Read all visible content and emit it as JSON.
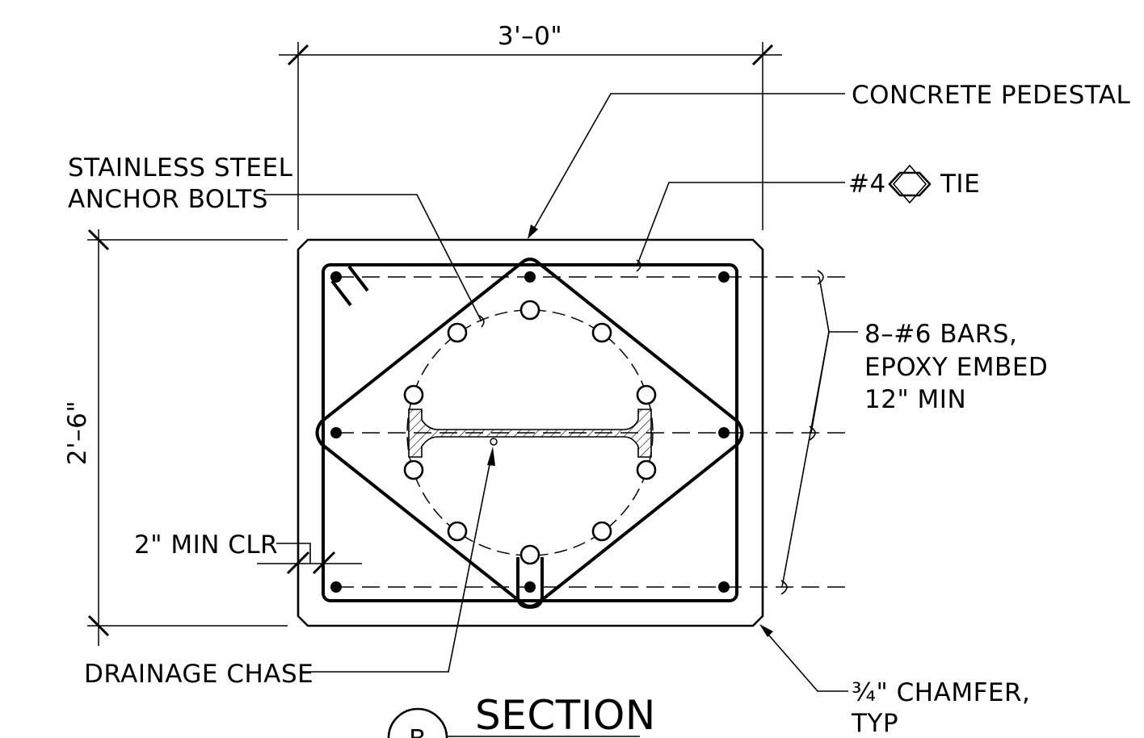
{
  "title": "SECTION",
  "section_marker": "B",
  "dimensions": {
    "width": "3'–0\"",
    "height": "2'–6\""
  },
  "labels": {
    "concrete_pedestal": "CONCRETE PEDESTAL",
    "tie_prefix": "#4",
    "tie_suffix": "TIE",
    "anchor_bolts_line1": "STAINLESS STEEL",
    "anchor_bolts_line2": "ANCHOR BOLTS",
    "bars_line1": "8–#6 BARS,",
    "bars_line2": "EPOXY EMBED",
    "bars_line3": "12\" MIN",
    "min_clr": "2\" MIN CLR",
    "drainage_chase": "DRAINAGE CHASE",
    "chamfer_line1": "¾\" CHAMFER,",
    "chamfer_line2": "TYP"
  }
}
